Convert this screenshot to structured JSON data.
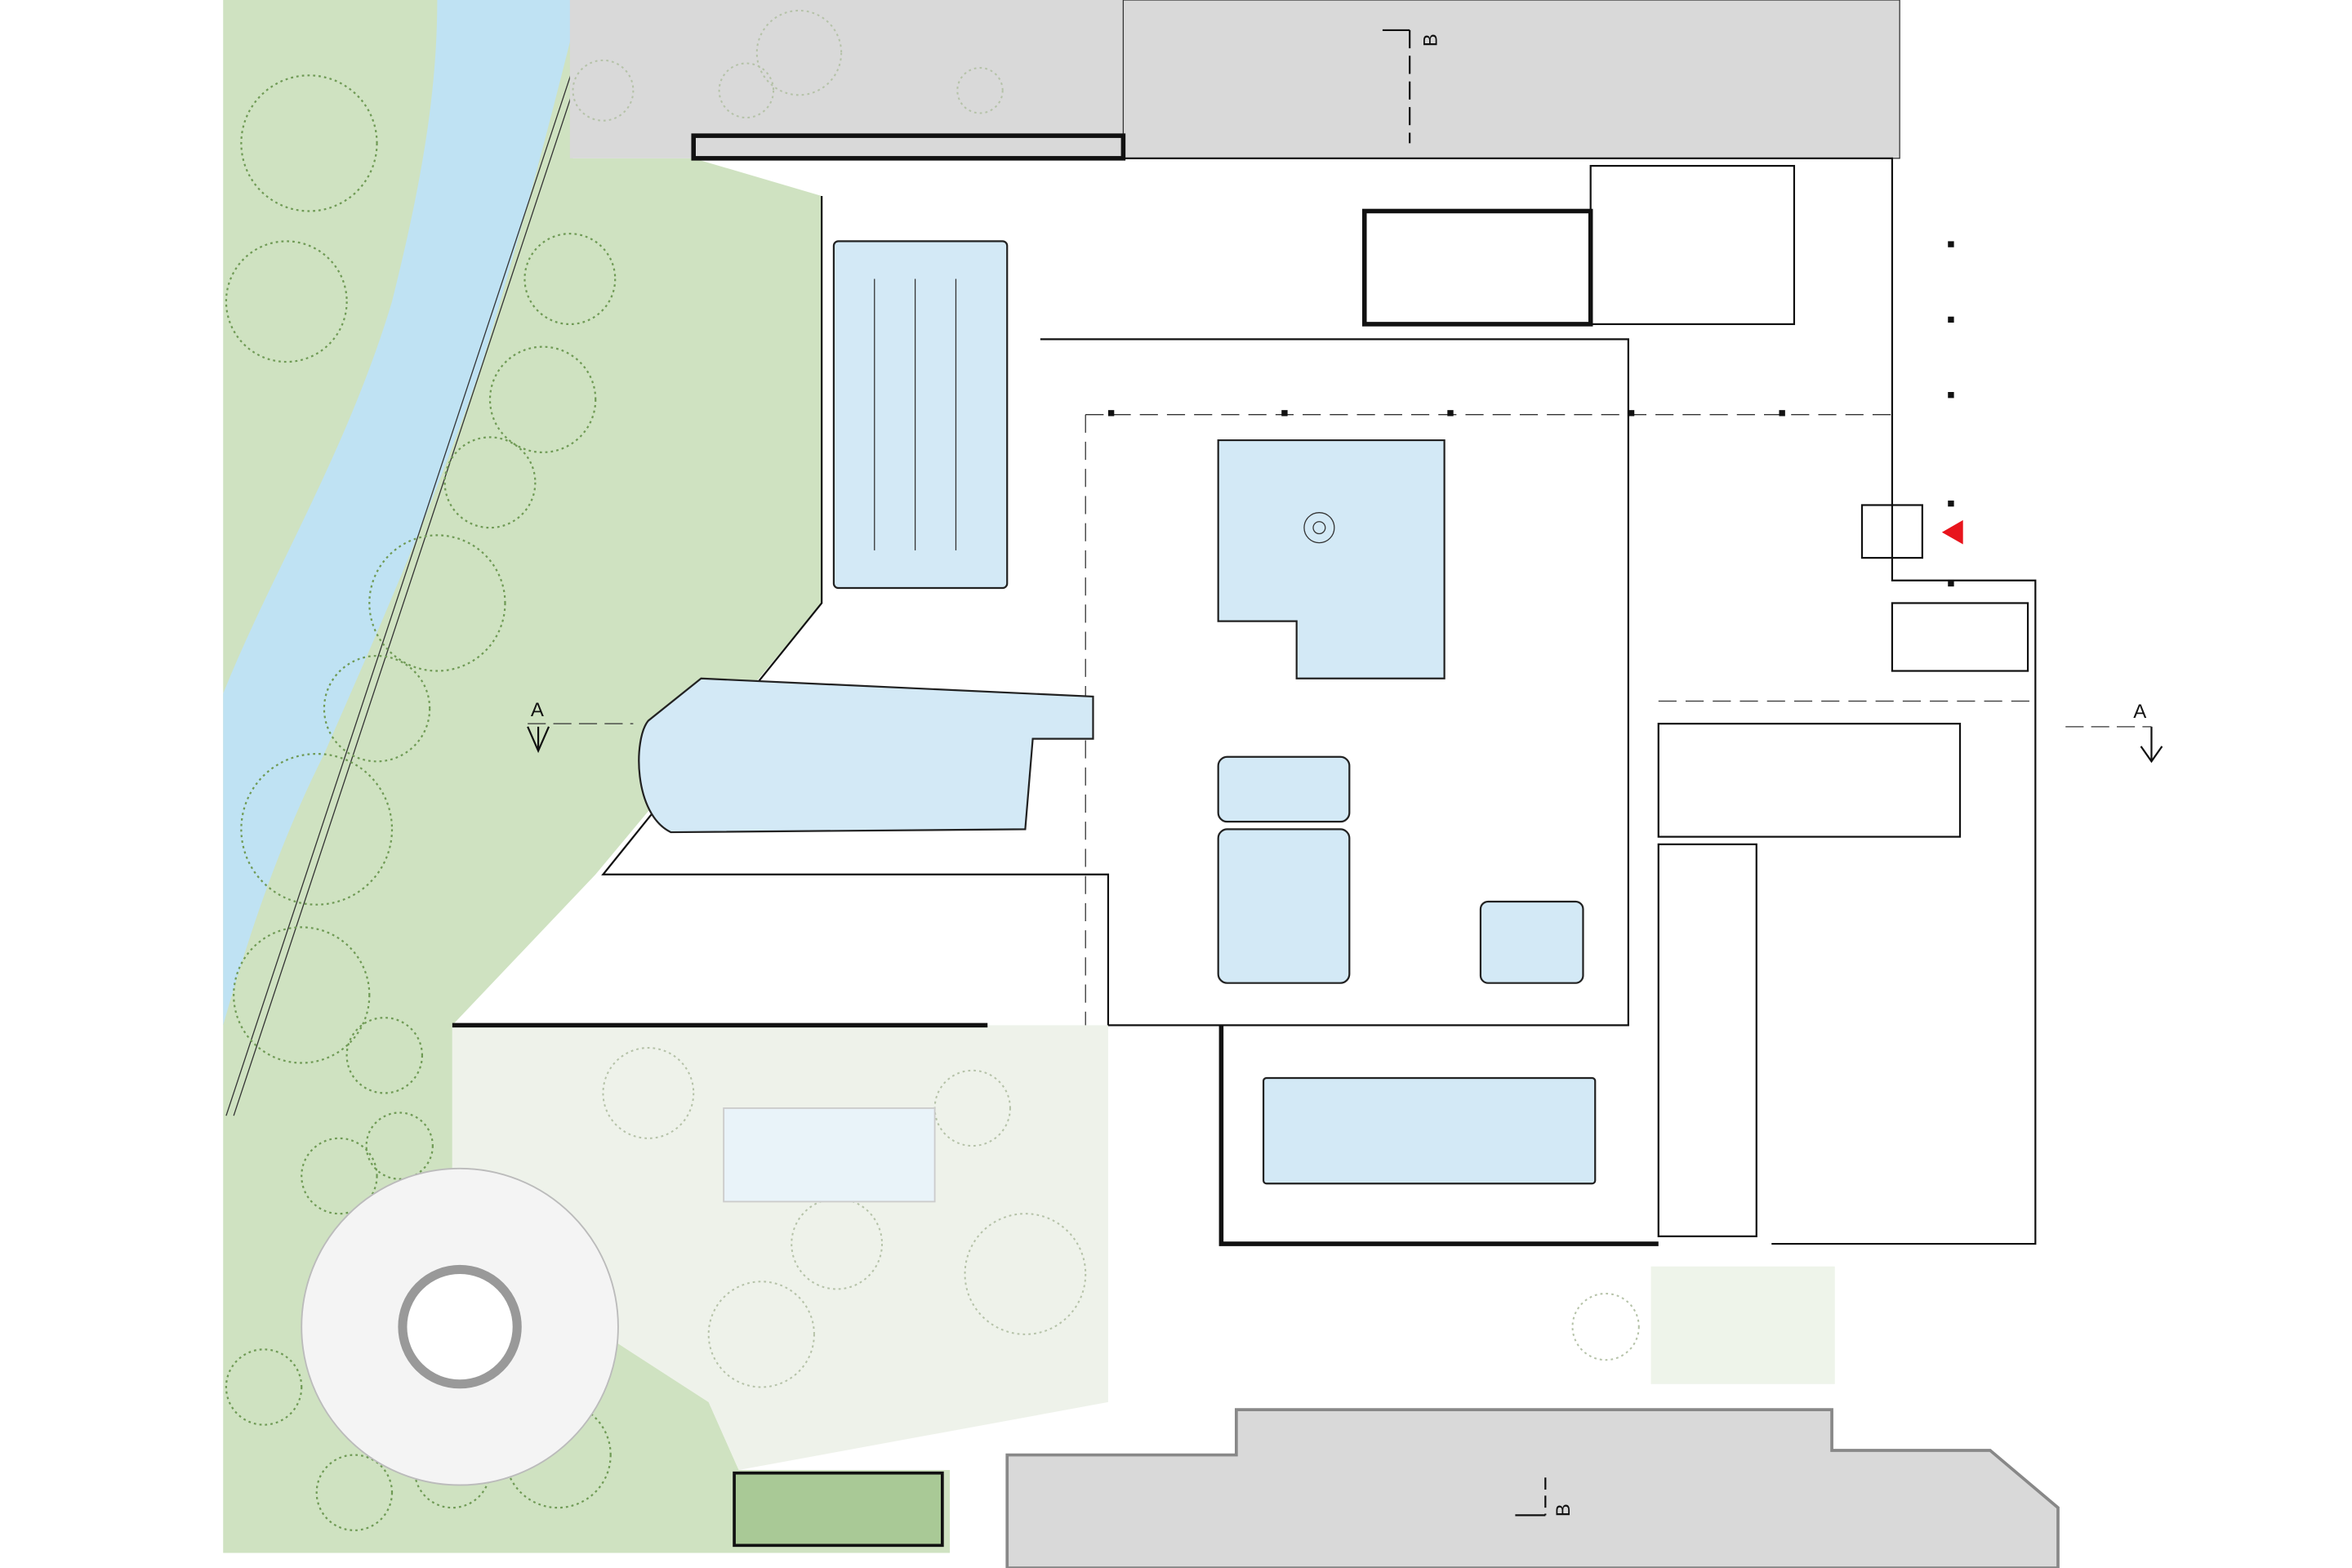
{
  "plan": {
    "section_markers": [
      {
        "label": "A"
      },
      {
        "label": "A"
      },
      {
        "label": "B"
      },
      {
        "label": "B"
      }
    ],
    "colors": {
      "landscape": "#cfe2c1",
      "river": "#bfe2f3",
      "pool_water": "#d3e9f6",
      "neighbor_building": "#d9d9d9",
      "entrance_marker": "#e8141c"
    },
    "icons": [
      "entrance-triangle-icon",
      "section-arrow-icon",
      "tree-icon"
    ]
  }
}
